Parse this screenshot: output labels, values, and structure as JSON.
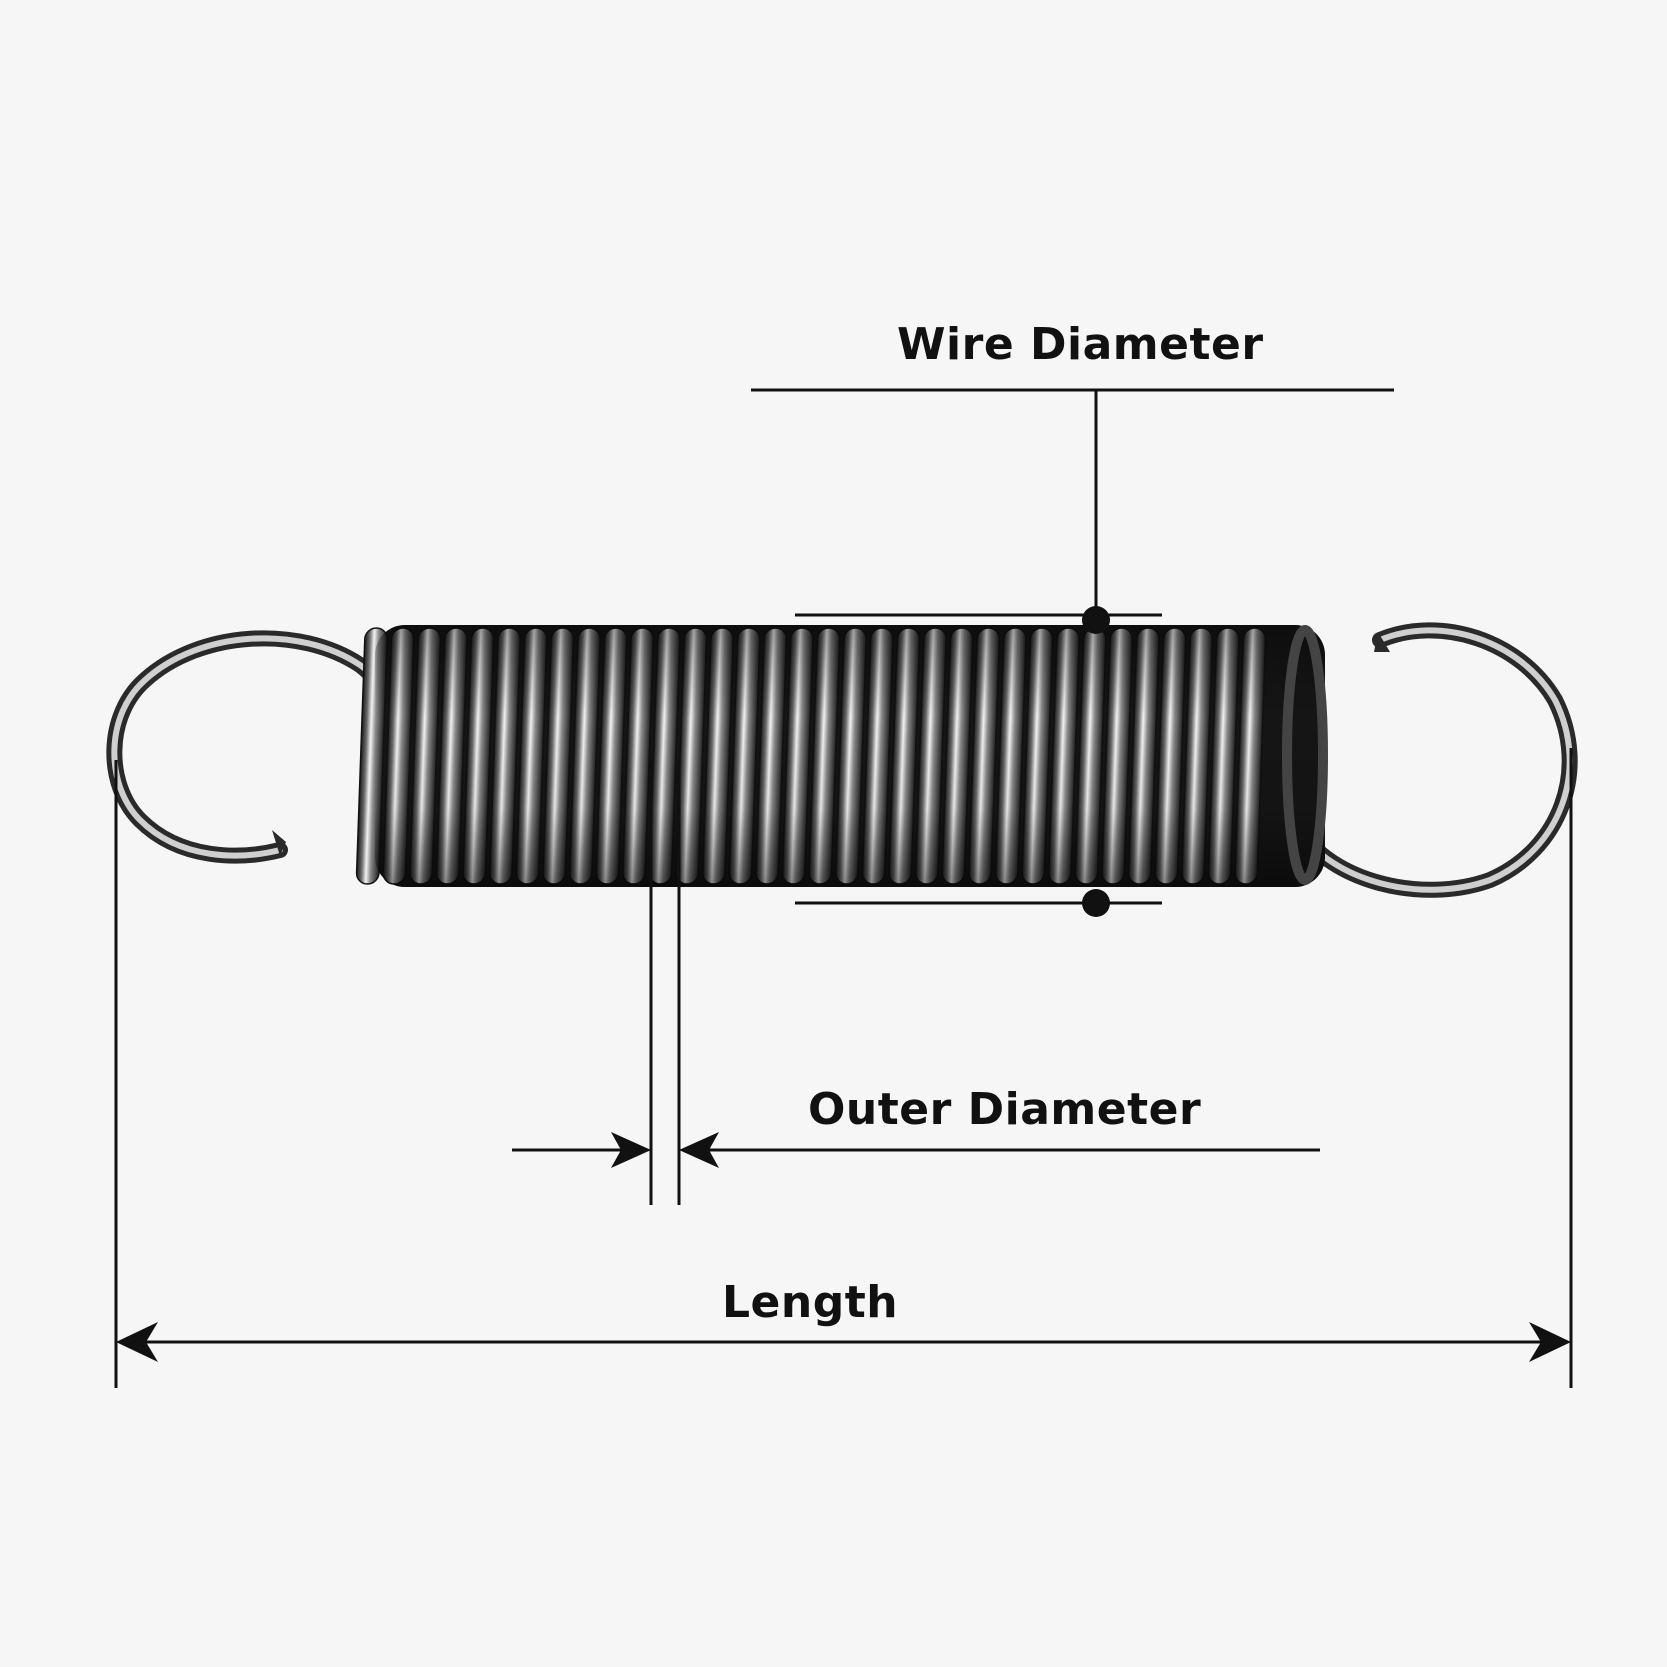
{
  "background_color": "#f6f6f6",
  "line_color": "#111111",
  "labels": {
    "wire_diameter": "Wire Diameter",
    "outer_diameter": "Outer Diameter",
    "length": "Length"
  },
  "spring": {
    "icon": "extension-spring-icon",
    "coil_count": 34
  }
}
